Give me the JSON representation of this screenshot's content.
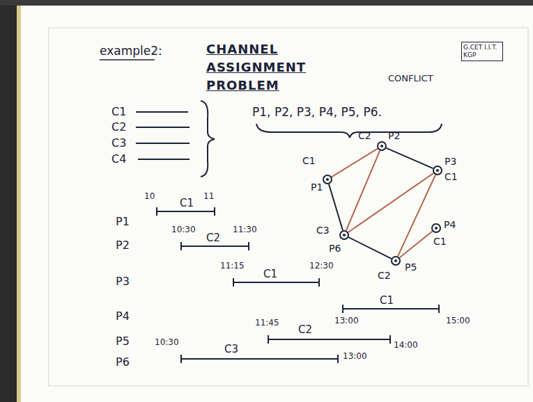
{
  "diagram": {
    "title": "CHANNEL ASSIGNMENT PROBLEM",
    "nodes": [
      {
        "text": [
          "P1",
          "C1"
        ]
      },
      {
        "text": [
          "P2",
          "C2"
        ]
      },
      {
        "text": [
          "P3",
          "C1"
        ]
      },
      {
        "text": [
          "P4",
          "C1"
        ]
      },
      {
        "text": [
          "P5",
          "C2"
        ]
      },
      {
        "text": [
          "P6",
          "C3"
        ]
      }
    ],
    "edges": [
      {
        "from": 0,
        "to": 1,
        "arrow": "none"
      },
      {
        "from": 1,
        "to": 2,
        "arrow": "none"
      },
      {
        "from": 0,
        "to": 5,
        "arrow": "none"
      },
      {
        "from": 1,
        "to": 5,
        "arrow": "none"
      },
      {
        "from": 5,
        "to": 2,
        "arrow": "none"
      },
      {
        "from": 2,
        "to": 4,
        "arrow": "none"
      },
      {
        "from": 5,
        "to": 4,
        "arrow": "none"
      },
      {
        "from": 4,
        "to": 3,
        "arrow": "none"
      }
    ],
    "labels": [
      "example2:",
      "G.CET I.I.T. KGP",
      "CONFLICT",
      "C1",
      "C2",
      "C3",
      "C4",
      "P1, P2, P3, P4, P5, P6.",
      "10",
      "C1",
      "11",
      "P1",
      "10:30",
      "C2",
      "11:30",
      "P2",
      "11:15",
      "C1",
      "12:30",
      "P3",
      "C1",
      "P4",
      "13:00",
      "15:00",
      "11:45",
      "C2",
      "14:00",
      "P5",
      "10:30",
      "C3",
      "13:00",
      "P6"
    ]
  }
}
